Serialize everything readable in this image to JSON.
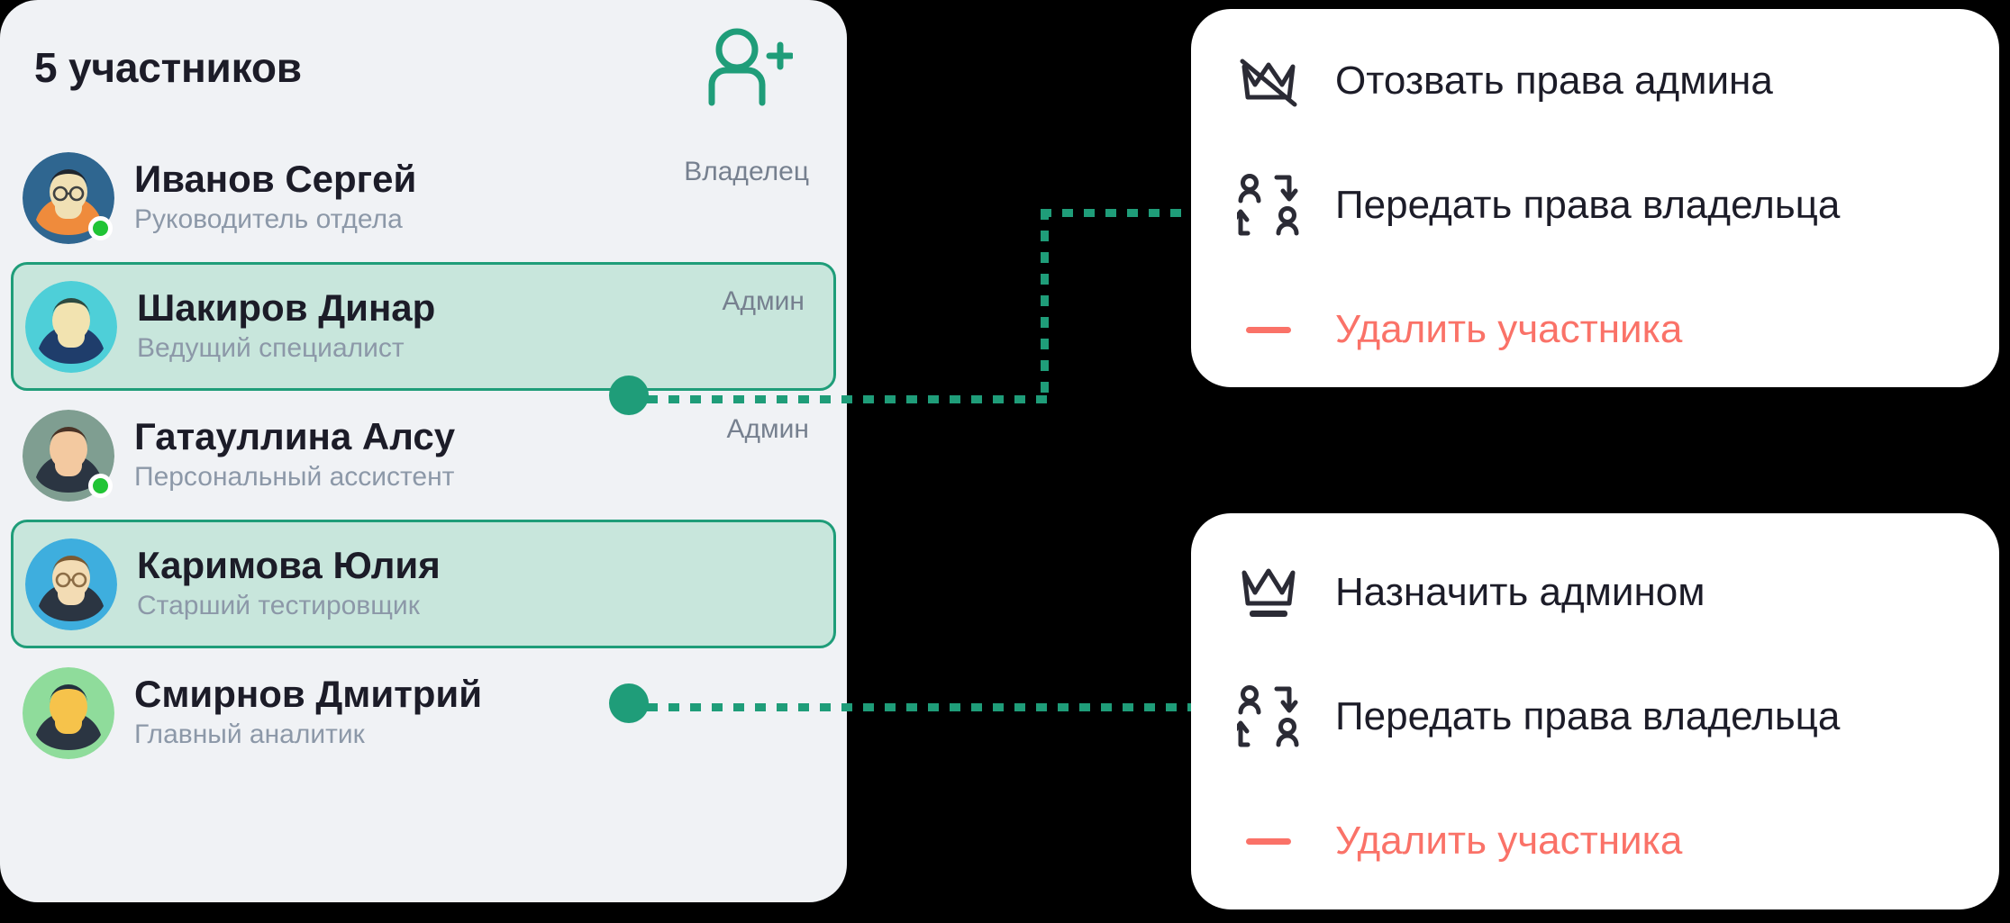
{
  "panel": {
    "title": "5 участников",
    "add_member_icon": "add-user-icon",
    "members": [
      {
        "name": "Иванов Сергей",
        "position": "Руководитель отдела",
        "role": "Владелец",
        "online": true,
        "selected": false,
        "avatar": {
          "bg": "#2f6690",
          "hair": "#20262e",
          "skin": "#f0e0b4",
          "shirt": "#ef8b3c",
          "glasses": true
        }
      },
      {
        "name": "Шакиров Динар",
        "position": "Ведущий специалист",
        "role": "Админ",
        "online": false,
        "selected": true,
        "avatar": {
          "bg": "#4ecfd8",
          "hair": "#2e4a40",
          "skin": "#f2e3b0",
          "shirt": "#1f3d6b",
          "glasses": false
        }
      },
      {
        "name": "Гатауллина Алсу",
        "position": "Персональный ассистент",
        "role": "Админ",
        "online": true,
        "selected": false,
        "avatar": {
          "bg": "#7f9e91",
          "hair": "#4a3326",
          "skin": "#f3c9a0",
          "shirt": "#2b3542",
          "glasses": false
        }
      },
      {
        "name": "Каримова Юлия",
        "position": "Старший тестировщик",
        "role": "",
        "online": false,
        "selected": true,
        "avatar": {
          "bg": "#3eaede",
          "hair": "#7a5a33",
          "skin": "#f3dcb4",
          "shirt": "#2b3542",
          "glasses": true
        }
      },
      {
        "name": "Смирнов Дмитрий",
        "position": "Главный аналитик",
        "role": "",
        "online": false,
        "selected": false,
        "avatar": {
          "bg": "#8fdc9b",
          "hair": "#22303e",
          "skin": "#f6c34b",
          "shirt": "#2b3542",
          "glasses": false
        }
      }
    ]
  },
  "menu_admin": {
    "items": [
      {
        "label": "Отозвать права админа",
        "icon": "crown-off-icon",
        "danger": false
      },
      {
        "label": "Передать права владельца",
        "icon": "transfer-ownership-icon",
        "danger": false
      },
      {
        "label": "Удалить участника",
        "icon": "minus-icon",
        "danger": true
      }
    ]
  },
  "menu_member": {
    "items": [
      {
        "label": "Назначить админом",
        "icon": "crown-icon",
        "danger": false
      },
      {
        "label": "Передать права владельца",
        "icon": "transfer-ownership-icon",
        "danger": false
      },
      {
        "label": "Удалить участника",
        "icon": "minus-icon",
        "danger": true
      }
    ]
  },
  "colors": {
    "accent_green": "#1f9d79",
    "selected_bg": "#c8e6dc",
    "panel_bg": "#f0f2f5",
    "danger": "#fa7268",
    "online": "#21c435",
    "muted_text": "#8c98a8"
  }
}
